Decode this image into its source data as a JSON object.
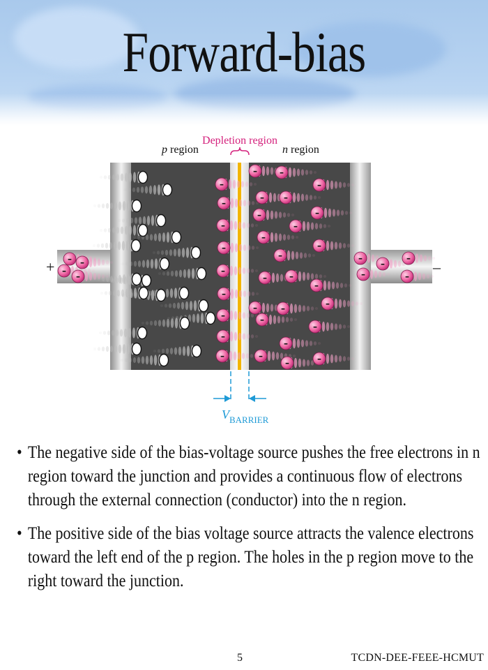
{
  "slide": {
    "title": "Forward-bias",
    "page_number": "5",
    "footer": "TCDN-DEE-FEEE-HCMUT"
  },
  "diagram": {
    "p_region_italic": "p",
    "p_region_label": " region",
    "n_region_italic": "n",
    "n_region_label": " region",
    "depletion_label": "Depletion region",
    "plus_sign": "+",
    "minus_sign": "–",
    "electron_sign": "–",
    "vbarrier_v": "V",
    "vbarrier_sub": "BARRIER",
    "colors": {
      "magenta": "#d4207c",
      "electron": "#f06aa6",
      "hole": "#ffffff",
      "crystal": "#4a4a4a",
      "junction": "#f2b500",
      "arrow": "#1e9ad6"
    }
  },
  "bullets": [
    "The negative side of the bias-voltage source pushes the free electrons in n region toward the junction and provides a continuous flow of electrons through the external connection (conductor) into the n region.",
    "The positive side of the bias voltage source attracts the valence electrons toward the left end of the p region. The holes in the p region move to the right toward the junction."
  ],
  "bullet_symbol": "•"
}
